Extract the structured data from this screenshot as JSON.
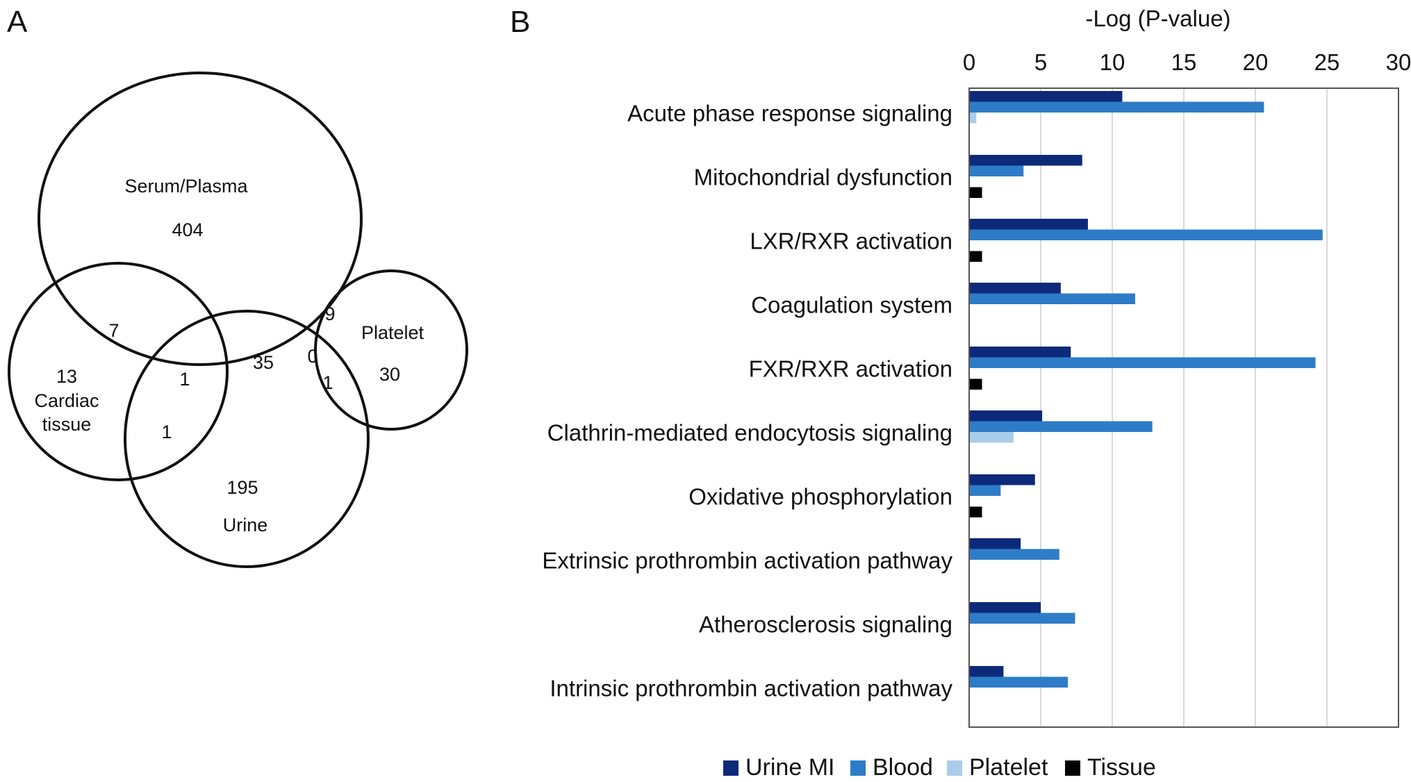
{
  "panels": {
    "a": "A",
    "b": "B"
  },
  "venn": {
    "sets": {
      "serum": "Serum/Plasma",
      "cardiac_line1": "Cardiac",
      "cardiac_line2": "tissue",
      "urine": "Urine",
      "platelet": "Platelet"
    },
    "counts": {
      "serum_only": "404",
      "serum_cardiac": "7",
      "cardiac_only": "13",
      "serum_cardiac_urine": "1",
      "serum_urine": "35",
      "cardiac_urine": "1",
      "serum_platelet": "9",
      "serum_urine_platelet": "0",
      "urine_platelet": "1",
      "platelet_only": "30",
      "urine_only": "195"
    }
  },
  "chart_data": {
    "type": "bar",
    "orientation": "horizontal",
    "title": "",
    "xlabel": "-Log (P-value)",
    "ylabel": "",
    "xlim": [
      0,
      30
    ],
    "xticks": [
      "0",
      "5",
      "10",
      "15",
      "20",
      "25",
      "30"
    ],
    "grid": true,
    "legend_position": "bottom",
    "categories": [
      "Acute phase response signaling",
      "Mitochondrial dysfunction",
      "LXR/RXR activation",
      "Coagulation system",
      "FXR/RXR activation",
      "Clathrin-mediated endocytosis signaling",
      "Oxidative phosphorylation",
      "Extrinsic prothrombin activation pathway",
      "Atherosclerosis signaling",
      "Intrinsic prothrombin activation pathway"
    ],
    "series": [
      {
        "name": "Urine MI",
        "color": "#0d2a7a",
        "values": [
          10.7,
          7.9,
          8.3,
          6.4,
          7.1,
          5.1,
          4.6,
          3.6,
          5.0,
          2.4
        ]
      },
      {
        "name": "Blood",
        "color": "#2e7cc7",
        "values": [
          20.6,
          3.8,
          24.7,
          11.6,
          24.2,
          12.8,
          2.2,
          6.3,
          7.4,
          6.9
        ]
      },
      {
        "name": "Platelet",
        "color": "#a8cdeb",
        "values": [
          0.5,
          null,
          null,
          null,
          null,
          3.1,
          null,
          null,
          null,
          null
        ]
      },
      {
        "name": "Tissue",
        "color": "#000000",
        "values": [
          null,
          0.9,
          0.9,
          null,
          0.9,
          null,
          0.9,
          null,
          null,
          null
        ]
      }
    ]
  }
}
